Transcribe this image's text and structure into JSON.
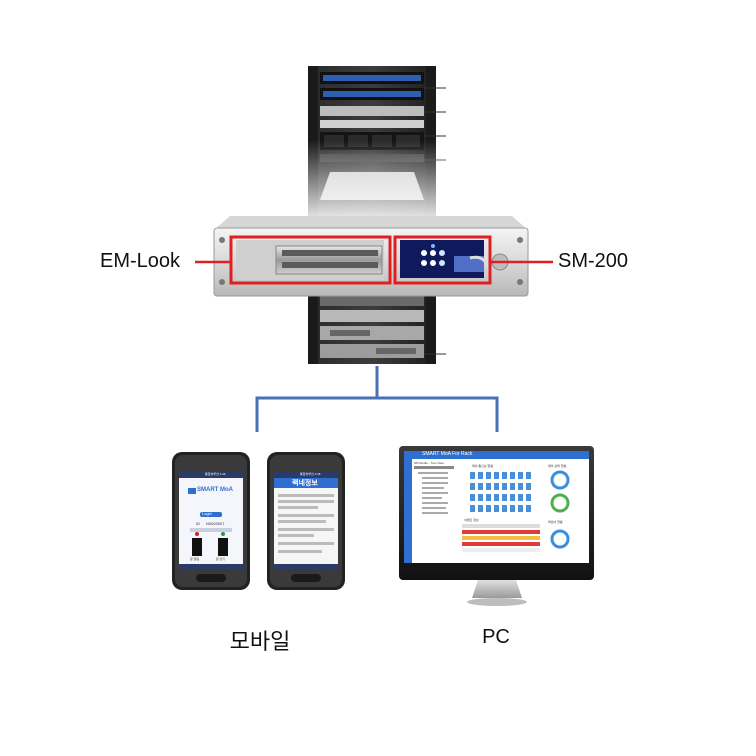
{
  "callouts": {
    "left_label": "EM-Look",
    "right_label": "SM-200"
  },
  "devices": {
    "mobile_caption": "모바일",
    "pc_caption": "PC"
  },
  "phone_left": {
    "status": "통합솔루션 4:46",
    "brand": "SMART MoA",
    "button": "Login",
    "field_label": "ID",
    "field_value": "N0000007",
    "toggle_a": "문 열림",
    "toggle_b": "문 닫기"
  },
  "phone_right": {
    "status": "통합솔루션 4:46",
    "header": "랙네정보"
  },
  "pc_app": {
    "title": "SMART MoA For Rack",
    "tree_title": "SM Studio - Tree View",
    "panel_a": "랙의 통신상 현황",
    "panel_b": "랙의 상태 현황",
    "panel_c": "이벤트 정보",
    "panel_d": "랙센서 현황"
  },
  "colors": {
    "callout_red": "#e02020",
    "connector_blue": "#4a72b5",
    "app_blue": "#2f6fd1"
  }
}
